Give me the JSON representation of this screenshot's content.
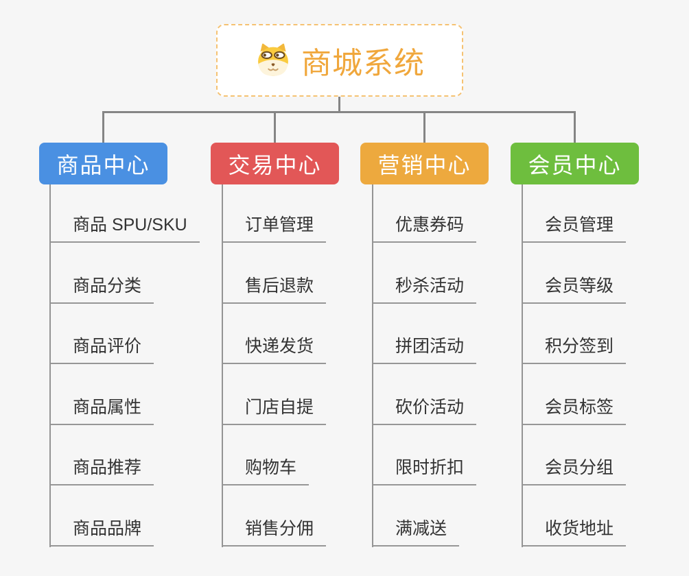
{
  "page": {
    "background": "#f6f6f6",
    "connector_color": "#858585",
    "underline_color": "#969696"
  },
  "root": {
    "title": "商城系统",
    "icon": "dog-face-icon",
    "text_color": "#F0A73C",
    "border_color": "#F5C272",
    "background": "#FFFFFF"
  },
  "branches": [
    {
      "label": "商品中心",
      "color": "#4A90E2",
      "items": [
        "商品 SPU/SKU",
        "商品分类",
        "商品评价",
        "商品属性",
        "商品推荐",
        "商品品牌"
      ]
    },
    {
      "label": "交易中心",
      "color": "#E25757",
      "items": [
        "订单管理",
        "售后退款",
        "快递发货",
        "门店自提",
        "购物车",
        "销售分佣"
      ]
    },
    {
      "label": "营销中心",
      "color": "#EDA93E",
      "items": [
        "优惠券码",
        "秒杀活动",
        "拼团活动",
        "砍价活动",
        "限时折扣",
        "满减送"
      ]
    },
    {
      "label": "会员中心",
      "color": "#6EBE3E",
      "items": [
        "会员管理",
        "会员等级",
        "积分签到",
        "会员标签",
        "会员分组",
        "收货地址"
      ]
    }
  ]
}
